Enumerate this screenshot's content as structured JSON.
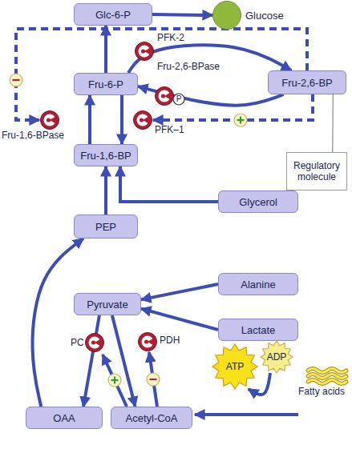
{
  "diagram": {
    "nodes": [
      {
        "text": [
          "Glc-6-P"
        ]
      },
      {
        "text": [
          "Glucose"
        ]
      },
      {
        "text": [
          "Fru-6-P"
        ]
      },
      {
        "text": [
          "Fru-2,6-BP"
        ]
      },
      {
        "text": [
          "Fru-1,6-BP"
        ]
      },
      {
        "text": [
          "Regulatory molecule"
        ]
      },
      {
        "text": [
          "PEP"
        ]
      },
      {
        "text": [
          "Glycerol"
        ]
      },
      {
        "text": [
          "Pyruvate"
        ]
      },
      {
        "text": [
          "Alanine"
        ]
      },
      {
        "text": [
          "Lactate"
        ]
      },
      {
        "text": [
          "ATP"
        ]
      },
      {
        "text": [
          "ADP"
        ]
      },
      {
        "text": [
          "OAA"
        ]
      },
      {
        "text": [
          "Acetyl-CoA"
        ]
      }
    ],
    "edges": [
      {
        "from": 0,
        "to": 1,
        "arrow": "to"
      },
      {
        "from": 2,
        "to": 0,
        "arrow": "to"
      },
      {
        "from": 2,
        "to": 3,
        "arrow": "to"
      },
      {
        "from": 3,
        "to": 2,
        "arrow": "to"
      },
      {
        "from": 2,
        "to": 4,
        "arrow": "to"
      },
      {
        "from": 4,
        "to": 2,
        "arrow": "to"
      },
      {
        "from": 3,
        "to": 5,
        "arrow": "none"
      },
      {
        "from": 6,
        "to": 4,
        "arrow": "to"
      },
      {
        "from": 7,
        "to": 4,
        "arrow": "to"
      },
      {
        "from": 9,
        "to": 8,
        "arrow": "to"
      },
      {
        "from": 10,
        "to": 8,
        "arrow": "to"
      },
      {
        "from": 12,
        "to": 11,
        "arrow": "to"
      },
      {
        "from": 8,
        "to": 13,
        "arrow": "to"
      },
      {
        "from": 8,
        "to": 14,
        "arrow": "to"
      },
      {
        "from": 13,
        "to": 6,
        "arrow": "to"
      }
    ],
    "labels": [
      "PFK-2",
      "Fru-2,6-BPase",
      "P",
      "Fru-1,6-BPase",
      "PFK–1",
      "PC",
      "PDH",
      "Fatty acids"
    ]
  }
}
